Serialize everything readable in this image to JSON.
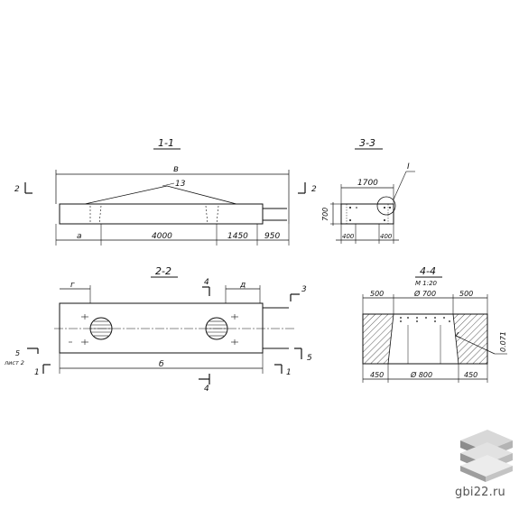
{
  "sections": {
    "s11": {
      "title": "1-1",
      "dim_top": "в",
      "leader": "13",
      "cut": "2",
      "dims": [
        "а",
        "4000",
        "1450",
        "950"
      ]
    },
    "s33": {
      "title": "3-3",
      "dim_top": "1700",
      "dim_side": "700",
      "dims": [
        "400",
        "400"
      ],
      "callout": "I"
    },
    "s22": {
      "title": "2-2",
      "cut_top": "4",
      "cut_right": "3",
      "cut_bottom": "4",
      "cut_left": "5",
      "cut_left_note": "лист 2",
      "cut_left2": "1",
      "cut_right2": "1",
      "cut_right3": "5",
      "dim_g": "г",
      "dim_d": "д",
      "dim_b": "б"
    },
    "s44": {
      "title": "4-4",
      "scale": "М 1:20",
      "top_dims": [
        "500",
        "Ø 700",
        "500"
      ],
      "bottom_dims": [
        "450",
        "Ø 800",
        "450"
      ],
      "slope": "0.071"
    }
  },
  "watermark": {
    "text": "gbi22.ru",
    "icon": "layered-slabs-icon"
  }
}
